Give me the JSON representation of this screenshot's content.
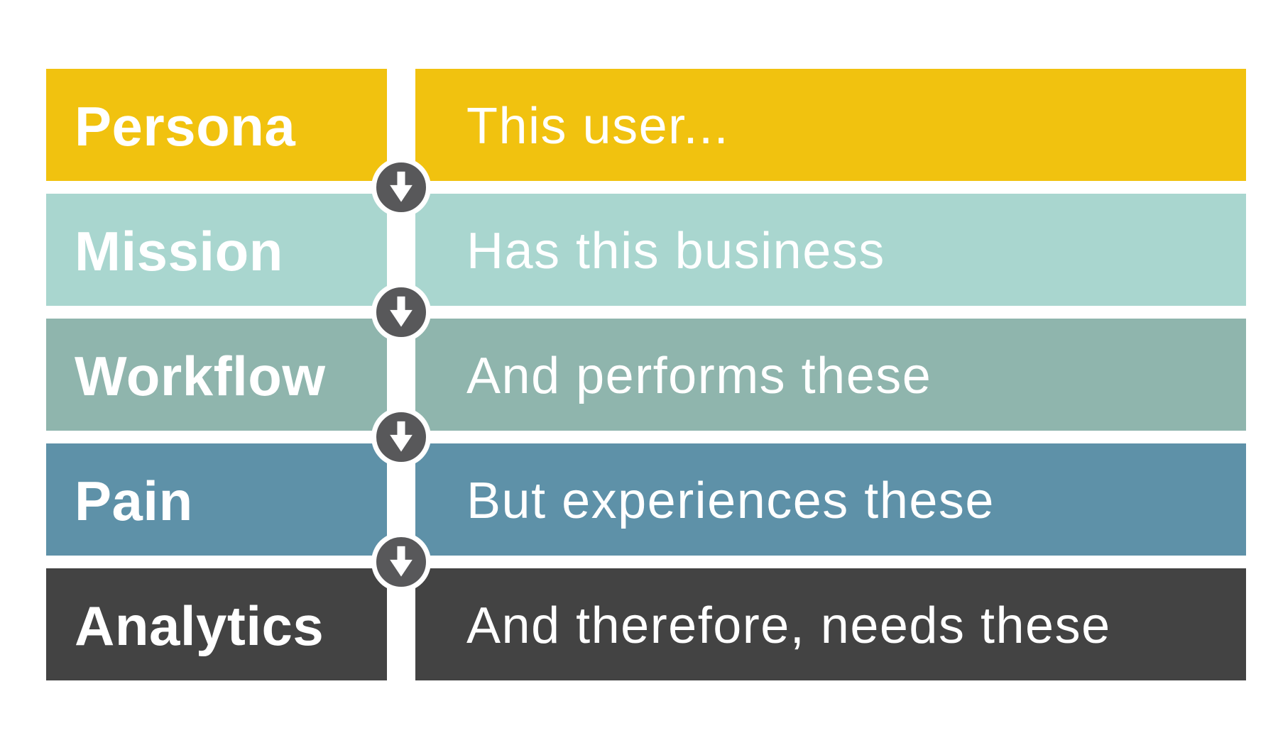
{
  "page": {
    "background_color": "#FFFFFF"
  },
  "diagram": {
    "rows": [
      {
        "id": "persona",
        "label": "Persona",
        "description": "This user...",
        "color": "#F1C20F",
        "text_color": "#FFFFFF"
      },
      {
        "id": "mission",
        "label": "Mission",
        "description": "Has this business",
        "color": "#A9D6CF",
        "text_color": "#FFFFFF"
      },
      {
        "id": "workflow",
        "label": "Workflow",
        "description": "And performs these",
        "color": "#8FB5AD",
        "text_color": "#FFFFFF"
      },
      {
        "id": "pain",
        "label": "Pain",
        "description": "But experiences these",
        "color": "#5E91A8",
        "text_color": "#FFFFFF"
      },
      {
        "id": "analytics",
        "label": "Analytics",
        "description": "And therefore, needs these",
        "color": "#434343",
        "text_color": "#FFFFFF"
      }
    ],
    "connector": {
      "icon": "down-arrow-icon",
      "circle_color": "#58585A",
      "ring_color": "#FFFFFF",
      "arrow_color": "#FFFFFF",
      "count": 4
    }
  }
}
